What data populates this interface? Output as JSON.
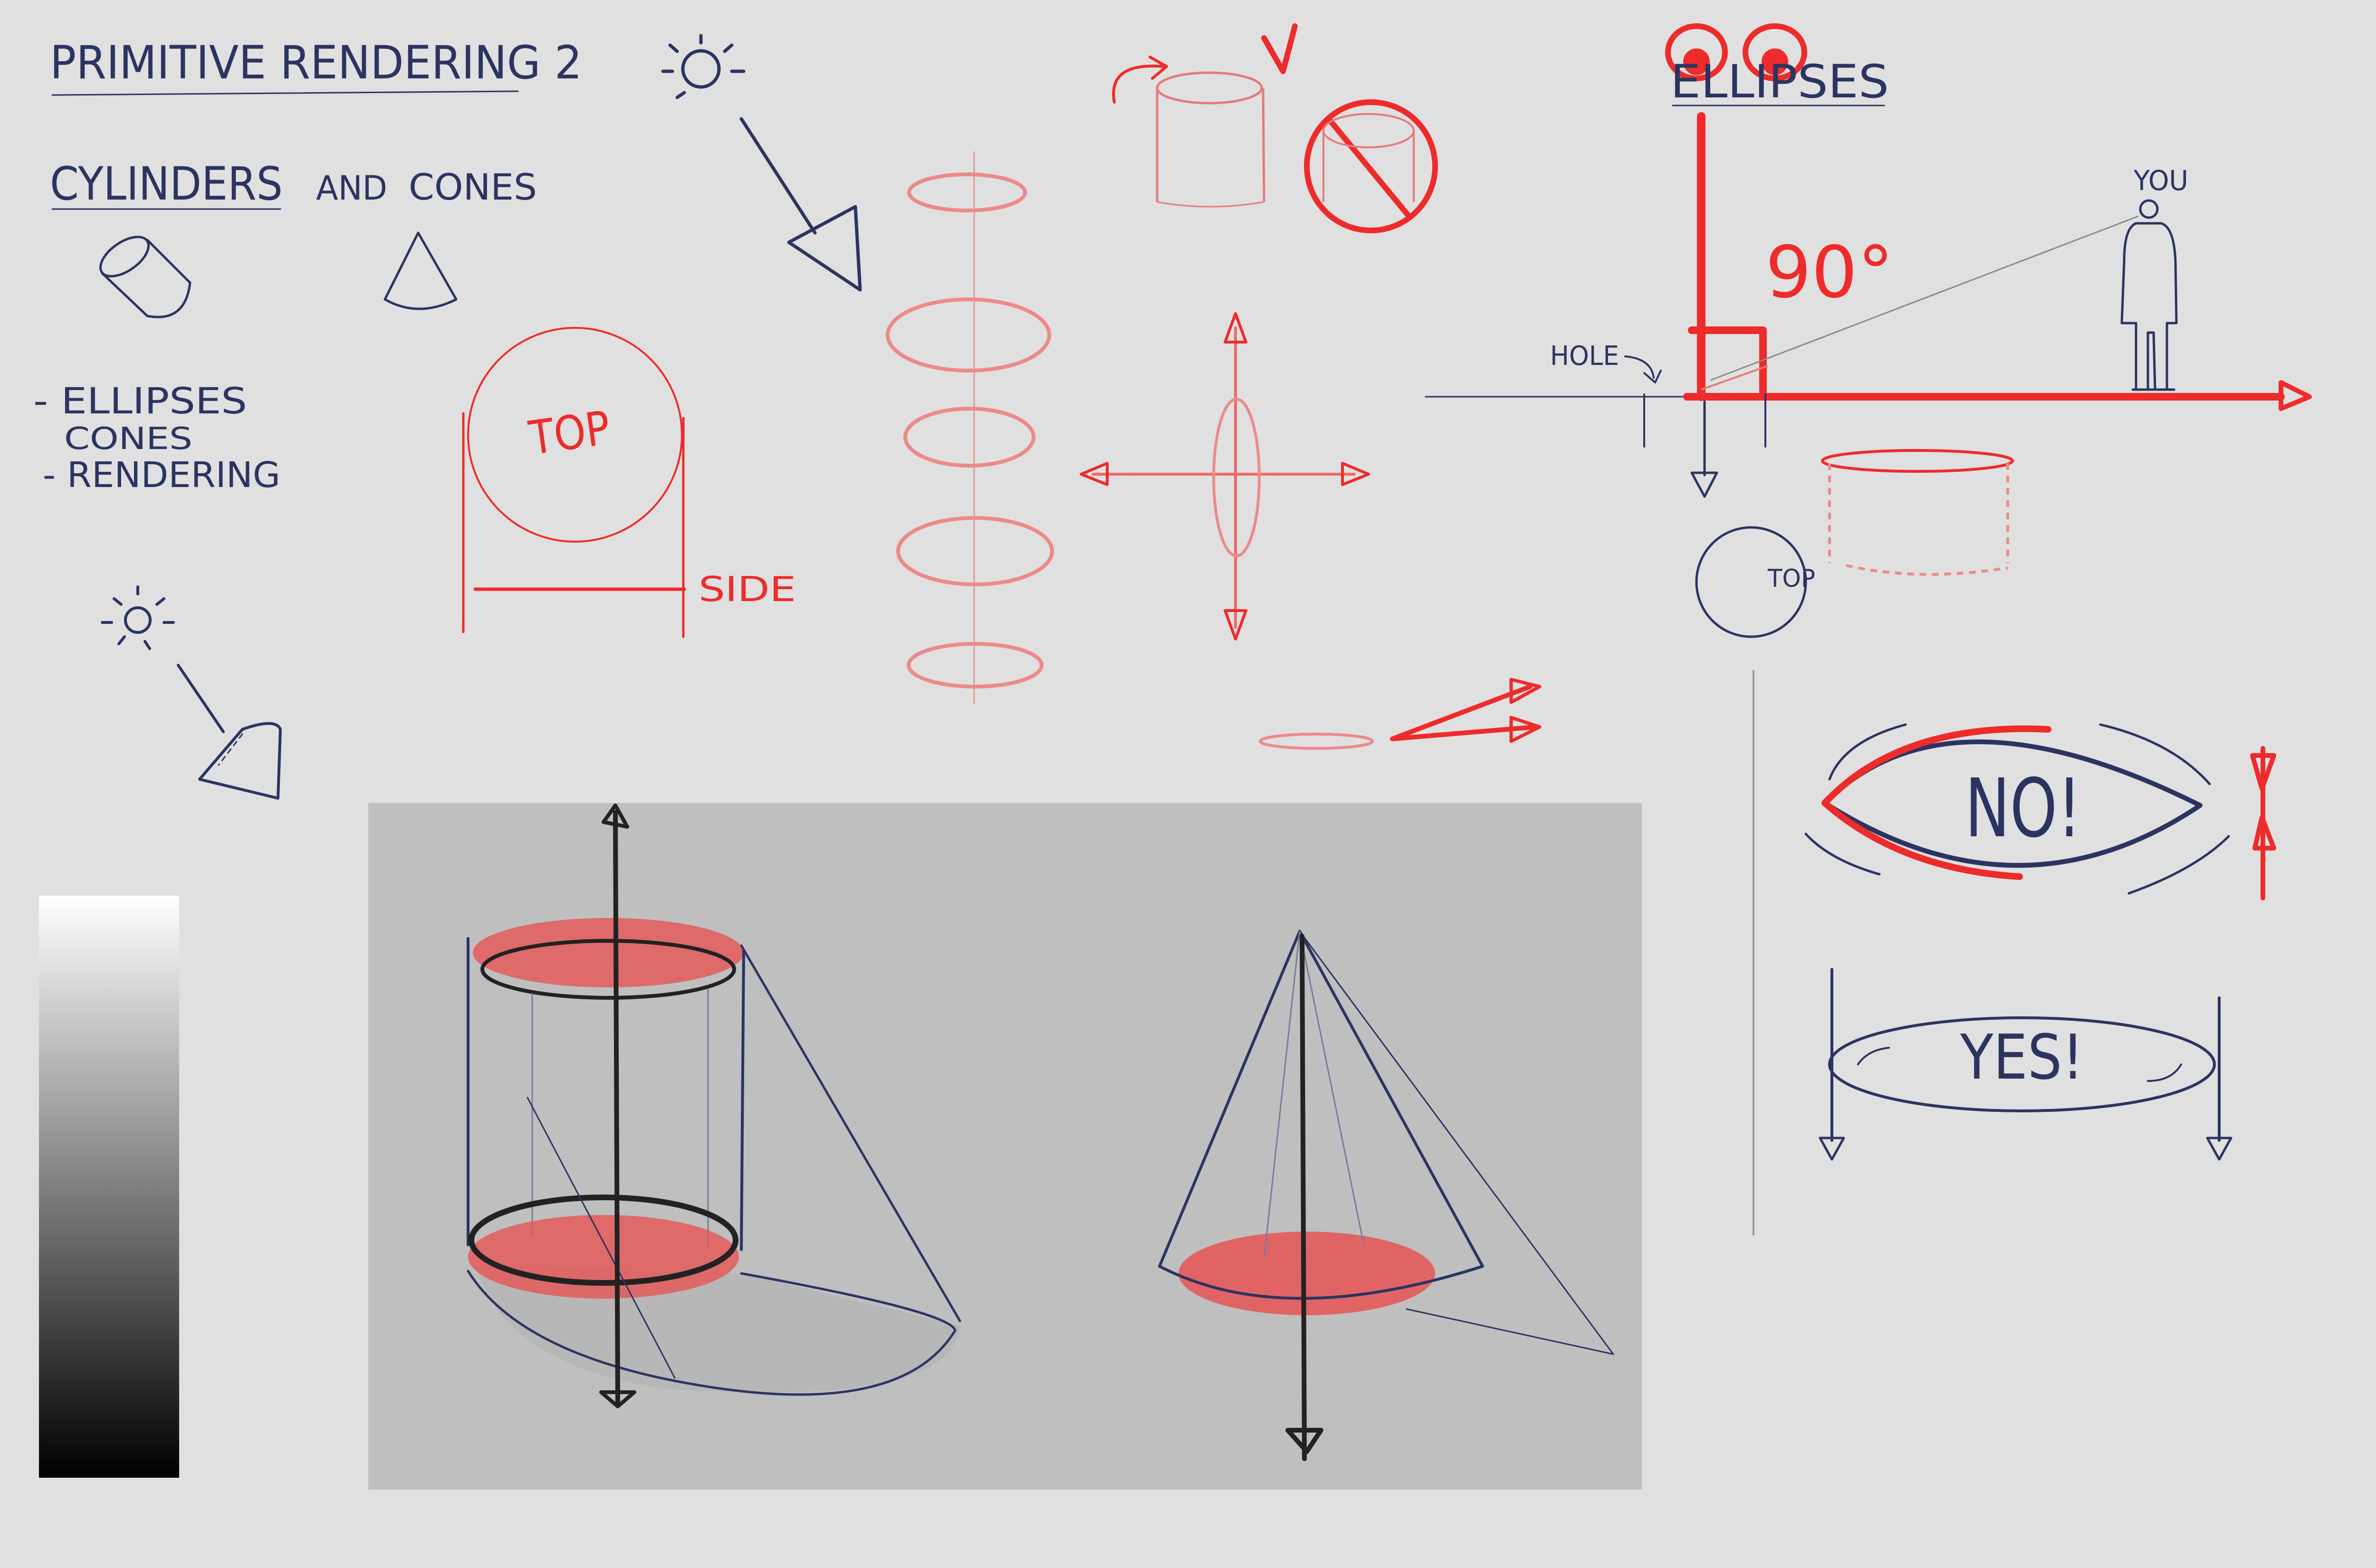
{
  "header": {
    "title": "PRIMITIVE RENDERING 2",
    "subtitle_main": "CYLINDERS",
    "subtitle_and": "AND",
    "subtitle_cones": "CONES"
  },
  "agenda": {
    "items": [
      "- ELLIPSES",
      "CONES",
      "- RENDERING"
    ]
  },
  "labels": {
    "top_circle": "TOP",
    "side": "SIDE",
    "ellipses_heading": "ELLIPSES",
    "angle": "90°",
    "hole": "HOLE",
    "you": "YOU",
    "top_small": "TOP",
    "no": "NO!",
    "yes": "YES!"
  },
  "colors": {
    "ink": "#2b3461",
    "red": "#ee2b2b",
    "pink": "#ec8a8a",
    "background": "#e0e0e0",
    "panel": "#bfbfbf"
  },
  "icons": [
    "sun-icon",
    "checkmark-icon",
    "prohibited-icon",
    "eyes-icon"
  ]
}
